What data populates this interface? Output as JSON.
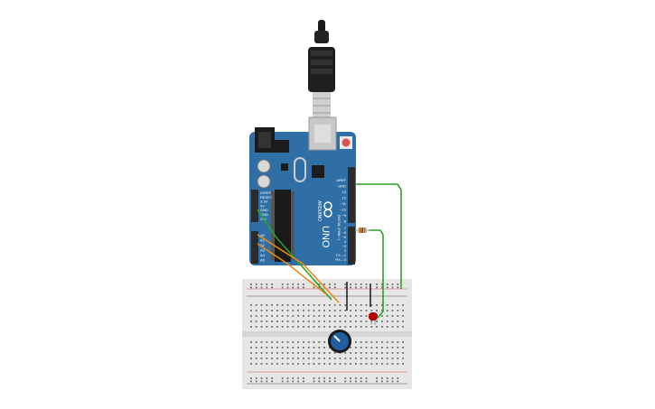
{
  "board": {
    "model": "UNO",
    "brand": "ARDUINO",
    "digital_label": "DIGITAL (PWM ~)",
    "power_pins": [
      "IOREF",
      "RESET",
      "3.3V",
      "5V",
      "GND",
      "GND",
      "VIN"
    ],
    "analog_pins": [
      "A0",
      "A1",
      "A2",
      "A3",
      "A4",
      "A5"
    ],
    "top_pins": [
      "AREF",
      "GND",
      "13",
      "12",
      "~11",
      "~10",
      "~9",
      "8"
    ],
    "bottom_pins": [
      "7",
      "~6",
      "~5",
      "4",
      "~3",
      "2",
      "TX→1",
      "RX←0"
    ],
    "colors": {
      "board": "#2f6fa6",
      "header": "#2b2b2b",
      "reset": "#d9534f"
    }
  },
  "breadboard": {
    "colors": {
      "body": "#e6e6e6",
      "rail_red": "#d9534f",
      "rail_dark": "#555555"
    }
  },
  "wires": {
    "colors": {
      "green": "#2ca02c",
      "orange": "#e8891f",
      "black": "#222222"
    }
  },
  "components": {
    "led": {
      "color": "#b30000"
    },
    "potentiometer": {
      "color": "#1f5fa0"
    },
    "resistor": {
      "color": "#d8b07a"
    }
  }
}
